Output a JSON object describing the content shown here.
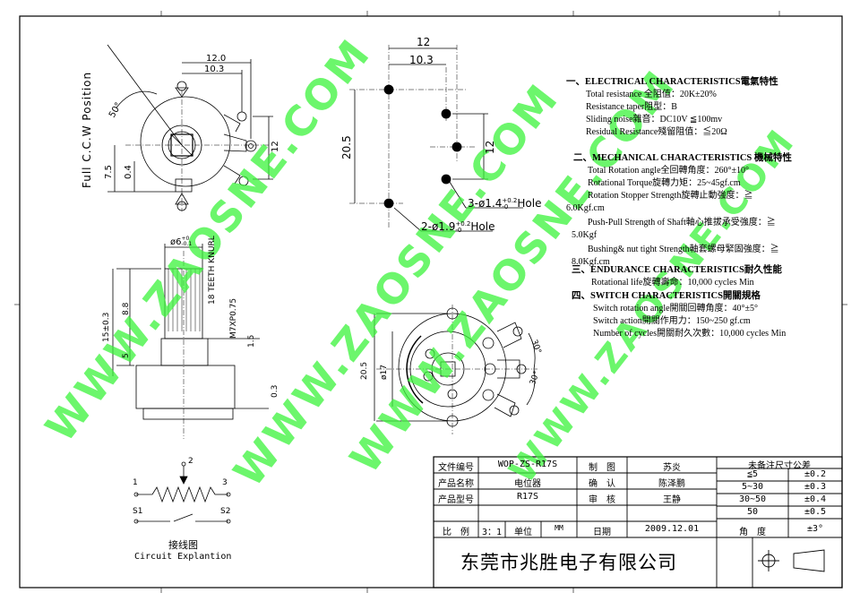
{
  "top_left_view": {
    "side_label": "Full C.C.W Position",
    "dims": {
      "d12_0": "12.0",
      "d10_3": "10.3",
      "d12": "12",
      "d7_5": "7.5",
      "d0_4": "0.4",
      "angle": "50°"
    }
  },
  "top_mid_view": {
    "dims": {
      "d12": "12",
      "d10_3": "10.3",
      "d20_5": "20.5",
      "d12_side": "12"
    },
    "hole1": {
      "prefix": "3-ø1.4",
      "sup": "+0.2",
      "sub": "-0",
      "suffix": "Hole"
    },
    "hole2": {
      "prefix": "2-ø1.9",
      "sup": "+0.2",
      "sub": "-0",
      "suffix": "Hole"
    }
  },
  "side_view": {
    "dims": {
      "shaft_dia": "ø6",
      "shaft_tol_sup": "+0",
      "shaft_tol_sub": "-0.1",
      "knurl": "18 TEETH KNURL",
      "thread": "M7XP0.75",
      "d15": "15±0.3",
      "d8_8": "8.8",
      "d5": "5",
      "d1_5": "1.5",
      "d0_3": "0.3"
    }
  },
  "bottom_view": {
    "dims": {
      "d20_5": "20.5",
      "d17": "ø17",
      "a30_1": "30°",
      "a30_2": "30°"
    }
  },
  "circuit": {
    "pins": [
      "1",
      "2",
      "3"
    ],
    "switch_pins": [
      "S1",
      "S2"
    ],
    "title_cn": "接线图",
    "title_en": "Circuit Explantion"
  },
  "specs": {
    "s1": {
      "title": "一、ELECTRICAL CHARACTERISTICS電氣特性",
      "lines": [
        "Total resistance 全阻值：20K±20%",
        "Resistance taper阻型：B",
        "Sliding noise雜音：DC10V ≦100mv",
        "Residual Resistance殘留阻值：≦20Ω"
      ]
    },
    "s2": {
      "title": "二、MECHANICAL CHARACTERISTICS 機械特性",
      "lines": [
        "Total Rotation angle全回轉角度：260°±10°",
        "Rotational Torque旋轉力矩：25~45gf.cm",
        "Rotation Stopper Strength旋轉止動強度：≧",
        "6.0Kgf.cm",
        "Push-Pull Strength of Shaft軸心推拔承受強度：≧",
        "5.0Kgf",
        "Bushing& nut tight Strength軸套螺母緊固強度：≧",
        "8.0Kgf.cm"
      ]
    },
    "s3": {
      "title": "三、ENDURANCE CHARACTERISTICS耐久性能",
      "lines": [
        "Rotational life旋轉壽命：10,000 cycles Min"
      ]
    },
    "s4": {
      "title": "四、SWITCH CHARACTERISTICS開關規格",
      "lines": [
        "Switch rotation angle開關回轉角度：40°±5°",
        "Switch action開關作用力：150~250 gf.cm",
        "Number of cycles開關耐久次數：10,000 cycles Min"
      ]
    }
  },
  "title_block": {
    "file_no_label": "文件编号",
    "file_no": "WOP-ZS-R17S",
    "product_name_label": "产品名称",
    "product_name": "电位器",
    "model_label": "产品型号",
    "model": "R17S",
    "scale_label": "比　例",
    "scale": "3：1",
    "unit_label": "单位",
    "unit": "MM",
    "drawn_label": "制　图",
    "drawn": "苏炎",
    "confirm_label": "确　认",
    "confirm": "陈泽鹏",
    "review_label": "审　核",
    "review": "王静",
    "date_label": "日期",
    "date": "2009.12.01",
    "company": "东莞市兆胜电子有限公司"
  },
  "tolerance": {
    "title": "未备注尺寸公差",
    "rows": [
      [
        "≦5",
        "±0.2"
      ],
      [
        "5~30",
        "±0.3"
      ],
      [
        "30~50",
        "±0.4"
      ],
      [
        "50",
        "±0.5"
      ],
      [
        "角　度",
        "±3°"
      ]
    ]
  },
  "watermark": "WWW.ZAOSNE.COM",
  "colors": {
    "watermark": "#3cf43c",
    "line": "#000000"
  }
}
